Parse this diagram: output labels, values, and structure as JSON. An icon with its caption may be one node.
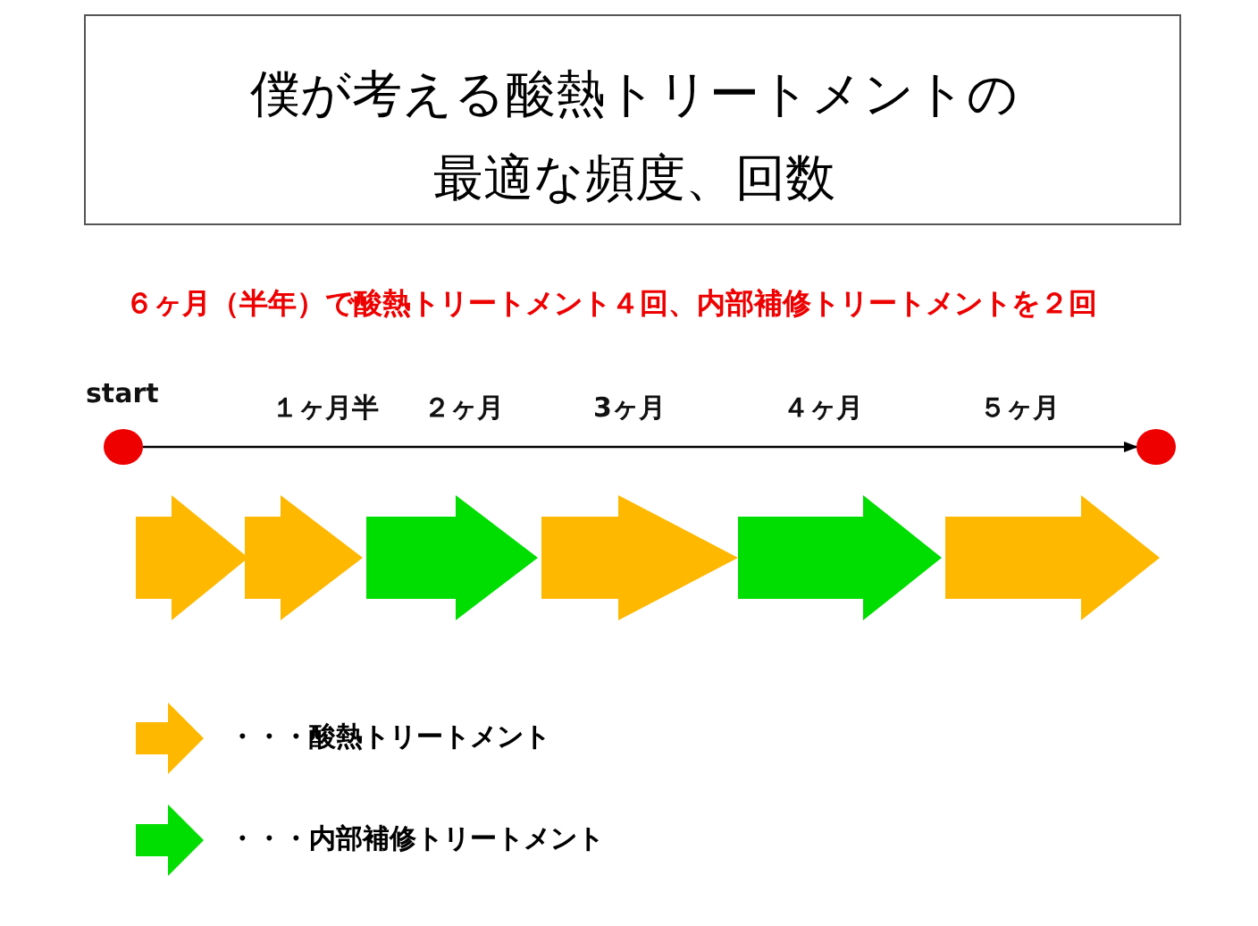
{
  "diagram": {
    "title": "僕が考える酸熱トリートメントの最適な頻度、回数",
    "nodes": [
      {
        "text": [],
        "shape": "circle"
      },
      {
        "text": [],
        "shape": "circle"
      }
    ],
    "edges": [
      {
        "from": 0,
        "to": 1,
        "arrow": "to"
      }
    ],
    "labels": [
      "６ヶ月（半年）で酸熱トリートメント４回、内部補修トリートメントを２回",
      "start",
      "１ヶ月半",
      "２ヶ月",
      "3ヶ月",
      "４ヶ月",
      "５ヶ月"
    ],
    "legend": [
      {
        "text": "・・・酸熱トリートメント",
        "color": "#ffb800"
      },
      {
        "text": "・・・内部補修トリートメント",
        "color": "#00dd00"
      }
    ]
  }
}
